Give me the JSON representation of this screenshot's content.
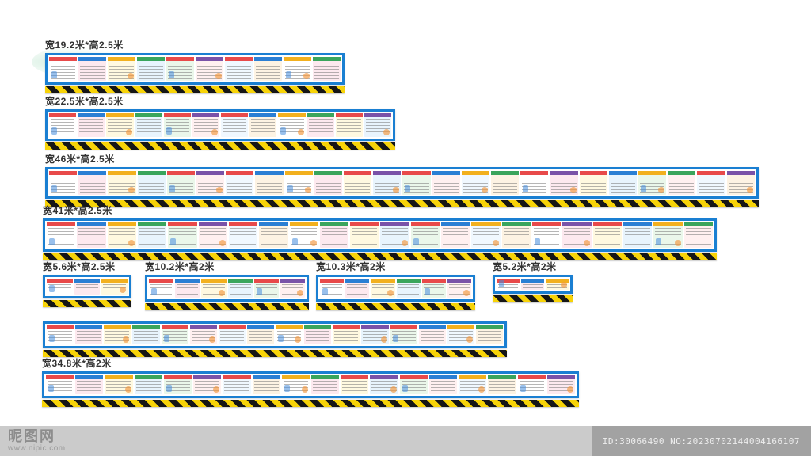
{
  "colors": {
    "frame_blue": "#1a7fd2",
    "hazard_yellow": "#f7d308",
    "hazard_black": "#161616",
    "label_text": "#333333"
  },
  "tile_palette": [
    "#ffffff",
    "#fde9ef",
    "#fff9e0",
    "#e8f4fd",
    "#eaf7ea",
    "#fff0f0",
    "#f0f8ff",
    "#fdf3e3"
  ],
  "tile_headers": [
    "#e84a4a",
    "#2b7fd4",
    "#f2b01e",
    "#3aa55c",
    "#e84a4a",
    "#7a52a8"
  ],
  "banners": [
    {
      "label": "宽19.2米*高2.5米",
      "tiles": 10
    },
    {
      "label": "宽22.5米*高2.5米",
      "tiles": 12
    },
    {
      "label": "宽46米*高2.5米",
      "tiles": 24
    },
    {
      "label": "宽41米*高2.5米",
      "tiles": 22
    },
    {
      "label": "宽5.6米*高2.5米",
      "tiles": 3
    },
    {
      "label": "宽10.2米*高2米",
      "tiles": 6
    },
    {
      "label": "宽10.3米*高2米",
      "tiles": 6
    },
    {
      "label": "宽5.2米*高2米",
      "tiles": 3
    },
    {
      "label": "",
      "tiles": 16
    },
    {
      "label": "宽34.8米*高2米",
      "tiles": 18
    }
  ],
  "watermark": {
    "site_name": "昵图网",
    "site_url": "www.nipic.com",
    "id_text": "ID:30066490 NO:20230702144004166107"
  }
}
